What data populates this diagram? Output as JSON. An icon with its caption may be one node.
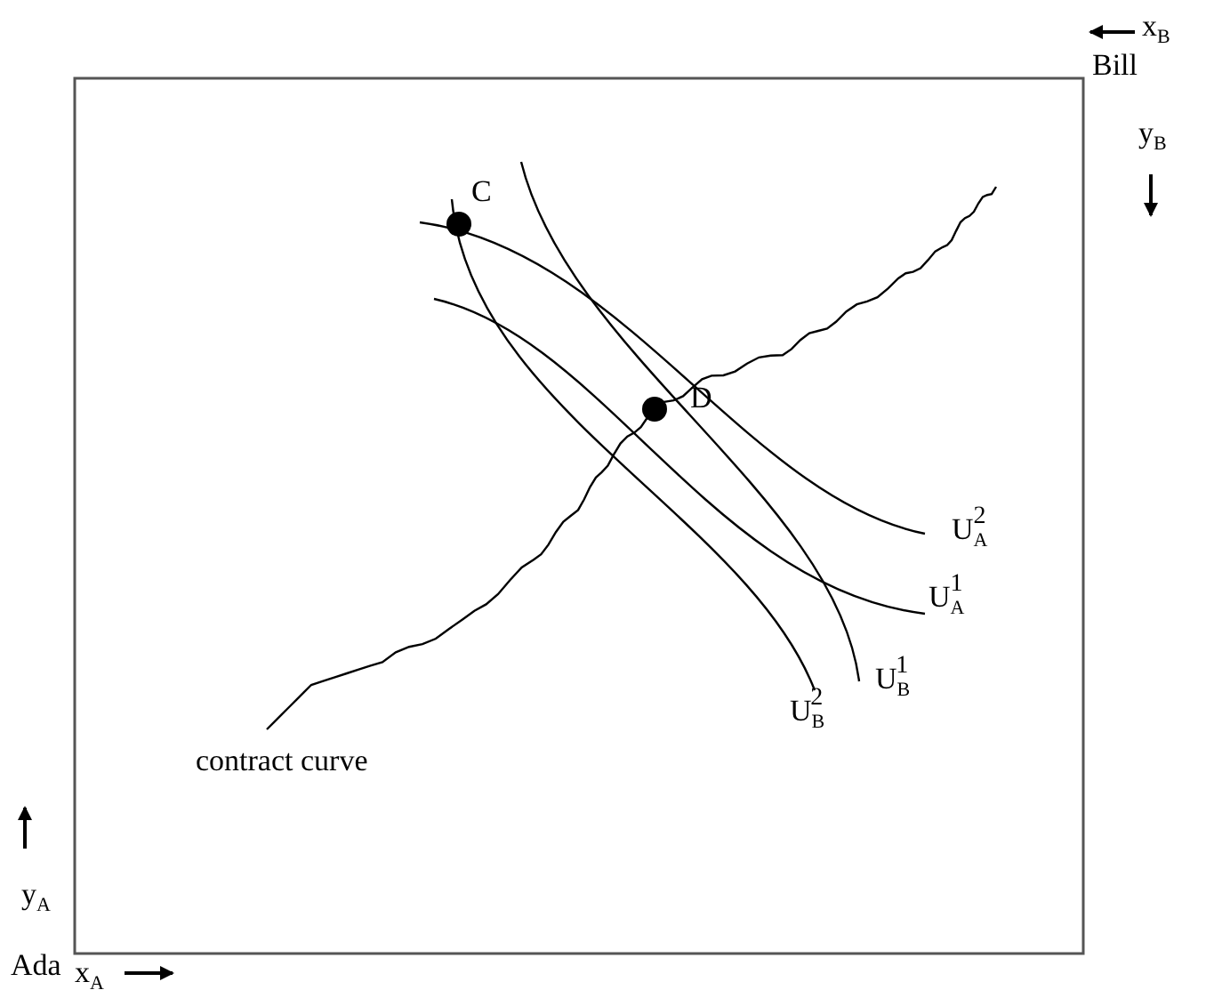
{
  "diagram": {
    "labels": [
      "x$_{B}$",
      "Bill",
      "y$_{B}$",
      "C",
      "D",
      "U$_{A}$$^{2}$",
      "U$_{A}$$^{1}$",
      "U$_{B}$$^{1}$",
      "U$_{B}$$^{2}$",
      "contract curve",
      "y$_{A}$",
      "Ada",
      "x$_{A}$"
    ]
  }
}
